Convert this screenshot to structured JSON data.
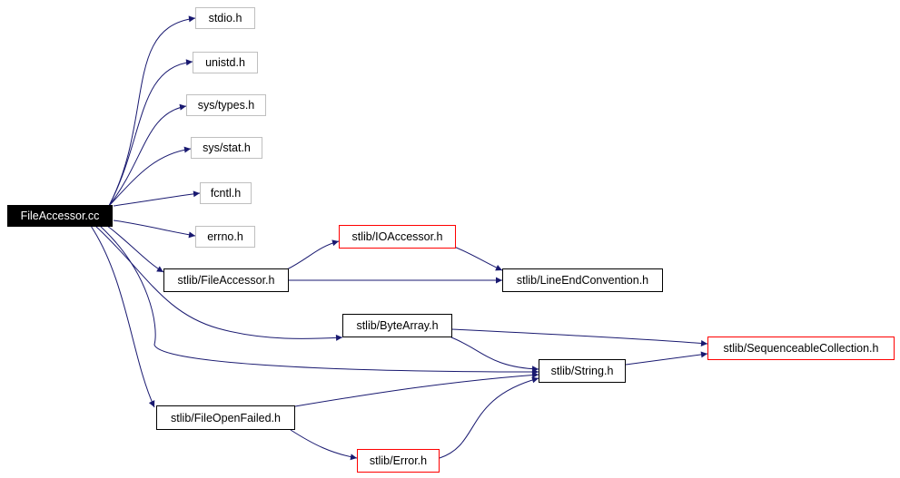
{
  "colors": {
    "edge": "#191970",
    "border_system": "#bfbfbf",
    "border_internal": "#000000",
    "border_incomplete": "#ff0000",
    "root_fill": "#000000",
    "root_text": "#ffffff"
  },
  "nodes": {
    "file_accessor_cc": "FileAccessor.cc",
    "stdio_h": "stdio.h",
    "unistd_h": "unistd.h",
    "sys_types_h": "sys/types.h",
    "sys_stat_h": "sys/stat.h",
    "fcntl_h": "fcntl.h",
    "errno_h": "errno.h",
    "stlib_file_accessor_h": "stlib/FileAccessor.h",
    "stlib_io_accessor_h": "stlib/IOAccessor.h",
    "stlib_line_end_convention_h": "stlib/LineEndConvention.h",
    "stlib_byte_array_h": "stlib/ByteArray.h",
    "stlib_sequenceable_collection_h": "stlib/SequenceableCollection.h",
    "stlib_string_h": "stlib/String.h",
    "stlib_file_open_failed_h": "stlib/FileOpenFailed.h",
    "stlib_error_h": "stlib/Error.h"
  }
}
